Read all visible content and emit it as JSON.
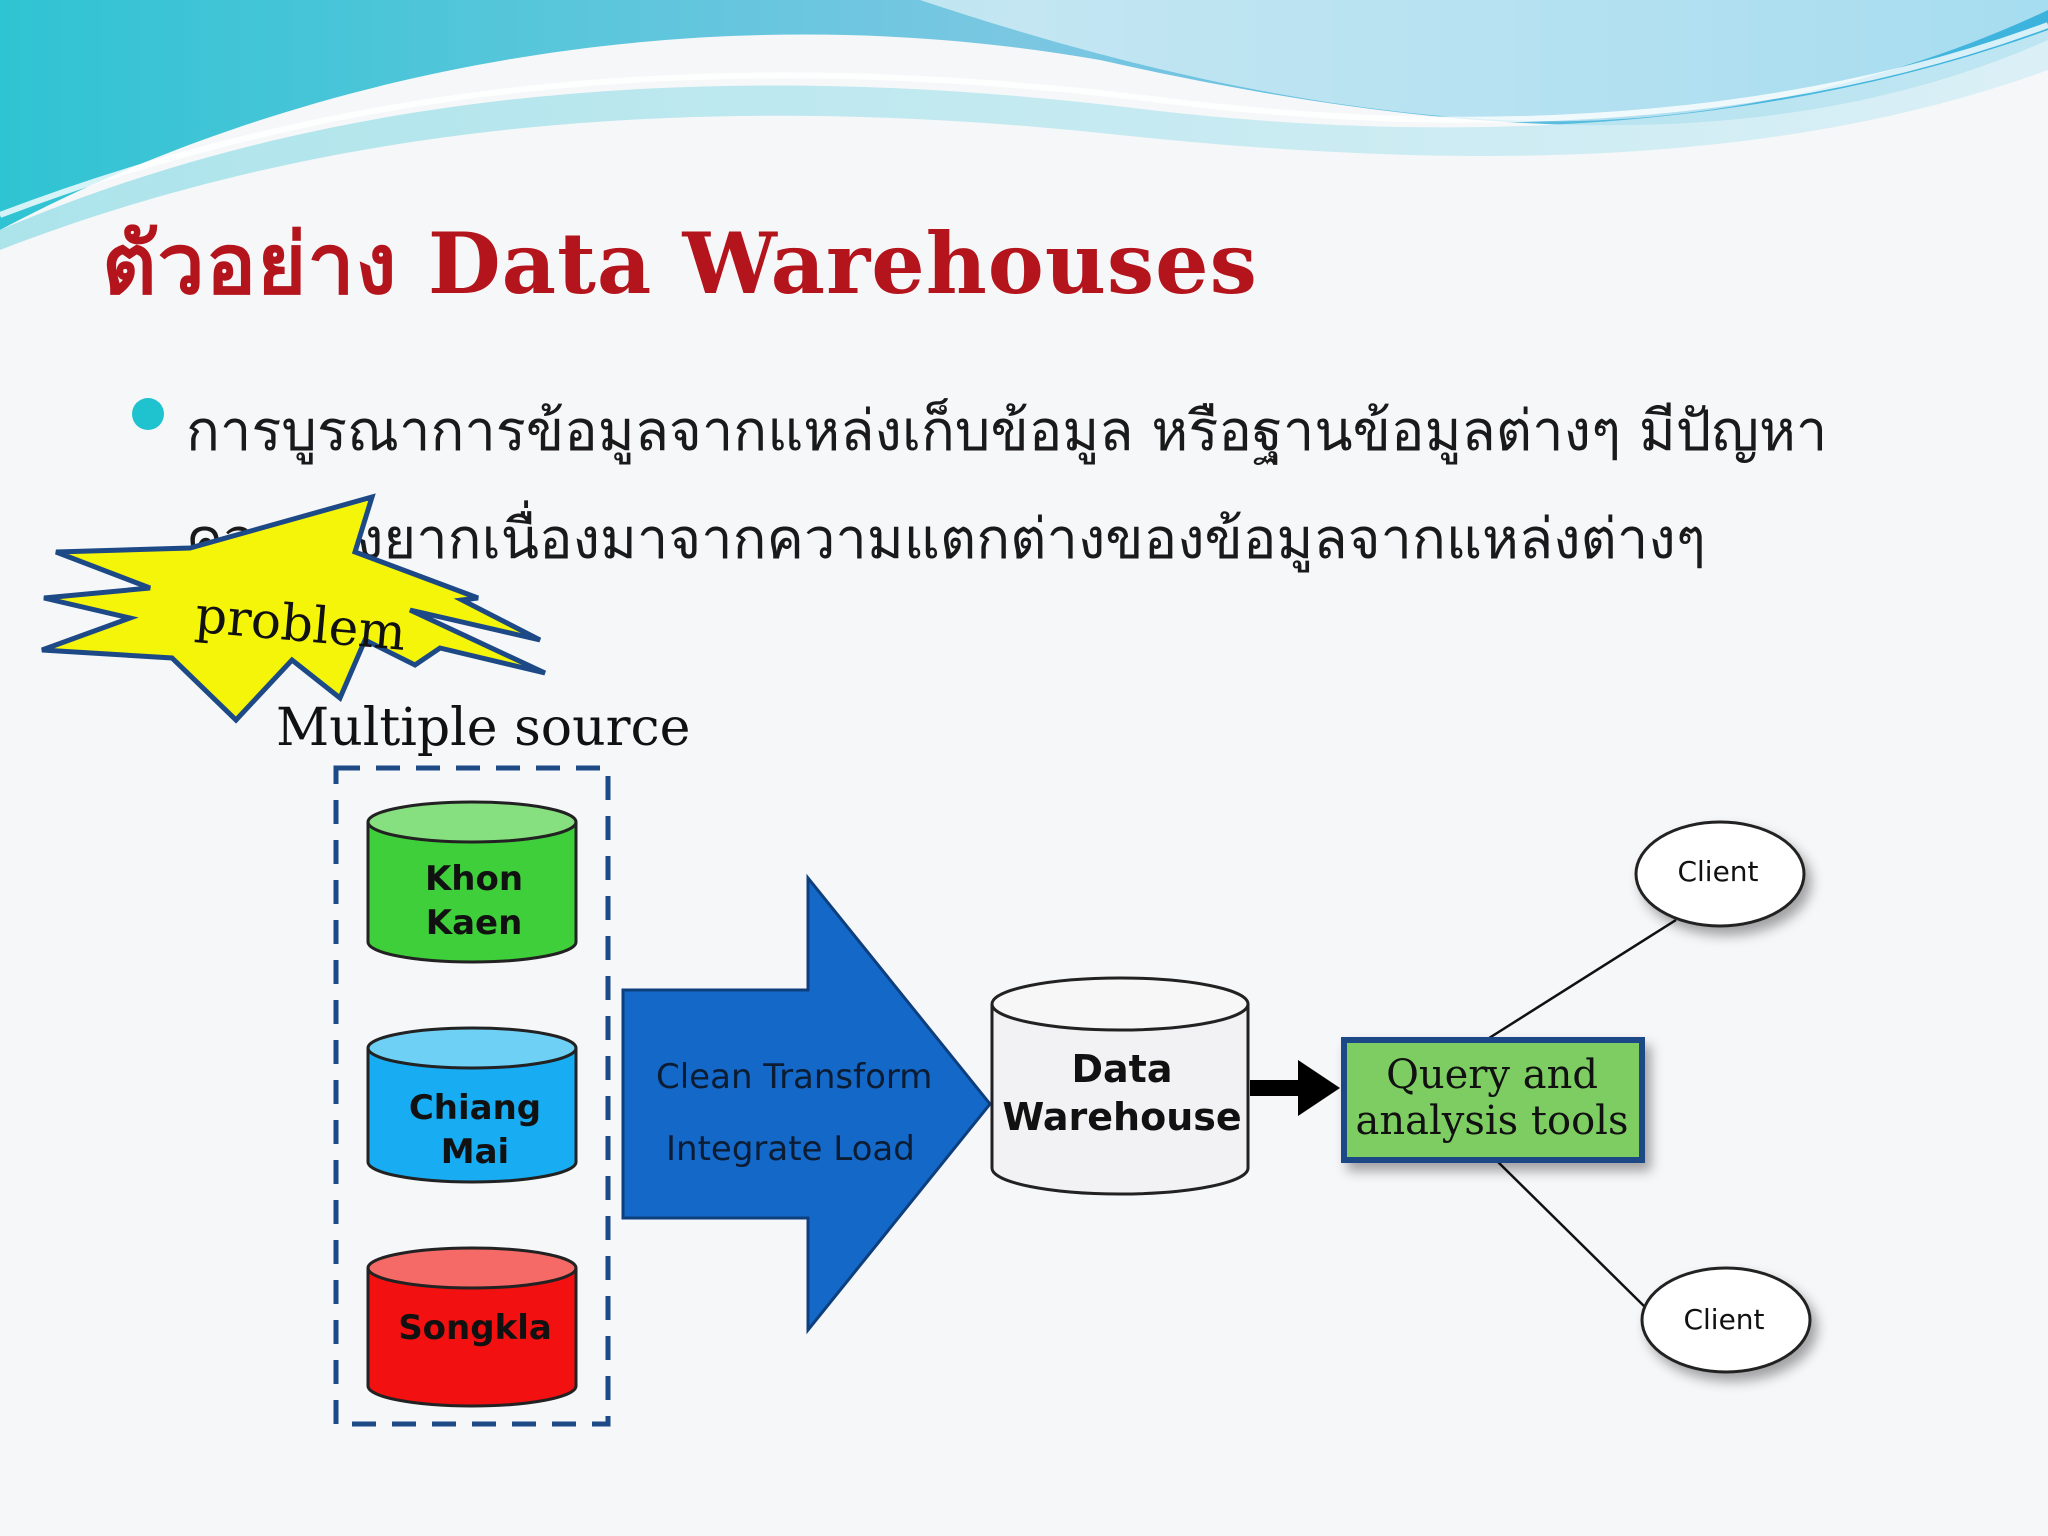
{
  "slide": {
    "title": "ตัวอย่าง Data Warehouses",
    "bullet_line1": "การบูรณาการข้อมูลจากแหล่งเก็บข้อมูล หรือฐานข้อมูลต่างๆ มีปัญหา",
    "bullet_line2": "ความยุ่งยากเนื่องมาจากความแตกต่างของข้อมูลจากแหล่งต่างๆ"
  },
  "colors": {
    "title": "#b4141c",
    "bullet": "#1fc3cf",
    "starburst": "#f5f50a",
    "starburst_outline": "#1d4a86",
    "source_border": "#1d4a86",
    "khon_kaen": "#3fcf3a",
    "chiang_mai": "#18acf2",
    "songkla": "#f21010",
    "arrow": "#1468c8",
    "warehouse": "#f2f2f4",
    "query_tools": "#7ecd62"
  },
  "diagram": {
    "problem_label": "problem",
    "multiple_source_label": "Multiple source",
    "sources": [
      {
        "line1": "Khon",
        "line2": "Kaen"
      },
      {
        "line1": "Chiang",
        "line2": "Mai"
      },
      {
        "line1": "Songkla",
        "line2": ""
      }
    ],
    "process_line1": "Clean Transform",
    "process_line2": "Integrate Load",
    "warehouse_line1": "Data",
    "warehouse_line2": "Warehouse",
    "query_line1": "Query and",
    "query_line2": "analysis tools",
    "clients": [
      "Client",
      "Client"
    ]
  }
}
